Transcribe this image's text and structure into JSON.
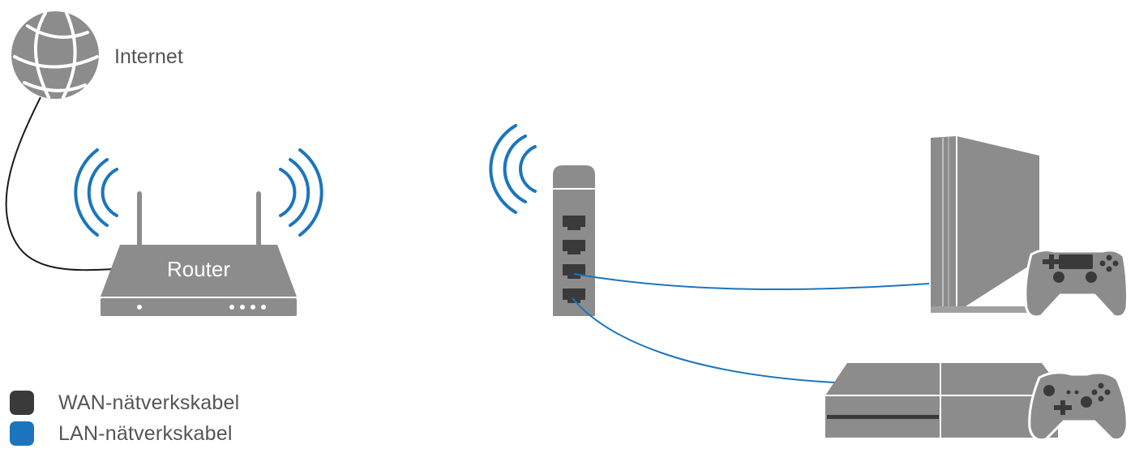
{
  "labels": {
    "internet": "Internet",
    "router": "Router"
  },
  "legend": [
    {
      "label": "WAN-nätverkskabel",
      "color": "#3a3a3a"
    },
    {
      "label": "LAN-nätverkskabel",
      "color": "#1c75bc"
    }
  ],
  "colors": {
    "device": "#8c8c8c",
    "wifi_waves": "#1c75bc",
    "wan_cable": "#1a1a1a",
    "lan_cable": "#1c75bc"
  },
  "icons": [
    "globe-icon",
    "router-icon",
    "wifi-extender-icon",
    "playstation-console-icon",
    "xbox-console-icon",
    "gamepad-icon",
    "wifi-waves-icon"
  ]
}
